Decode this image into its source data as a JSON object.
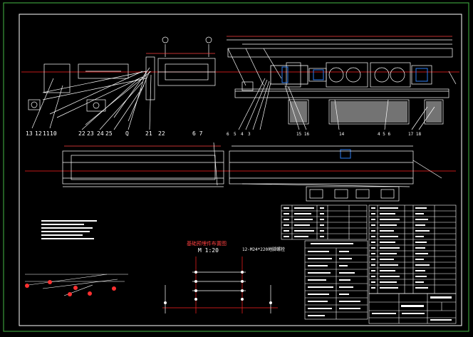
{
  "drawing": {
    "title": "Belt conveyor general arrangement",
    "colors": {
      "background": "#000000",
      "frame": "#3a9a3a",
      "lines": "#ffffff",
      "centerline": "#ff2020",
      "accent": "#2d7df0",
      "dimension": "#ff4040"
    }
  },
  "callouts_left": [
    "13",
    "12",
    "11",
    "10"
  ],
  "callouts_mid": [
    "22",
    "23",
    "24",
    "25"
  ],
  "callout_q": "Q",
  "callouts_mid2": [
    "21",
    "22"
  ],
  "callouts_67": "6 7",
  "callouts_right1": [
    "6",
    "5",
    "4",
    "3"
  ],
  "callouts_right2": "15 16",
  "callout_14": "14",
  "callout_345": "4 5 6",
  "callouts_far": "17 18",
  "foundation": {
    "title": "基础预埋件布置图",
    "scale": "M 1:20",
    "note": "12-M24*220地脚螺栓"
  }
}
